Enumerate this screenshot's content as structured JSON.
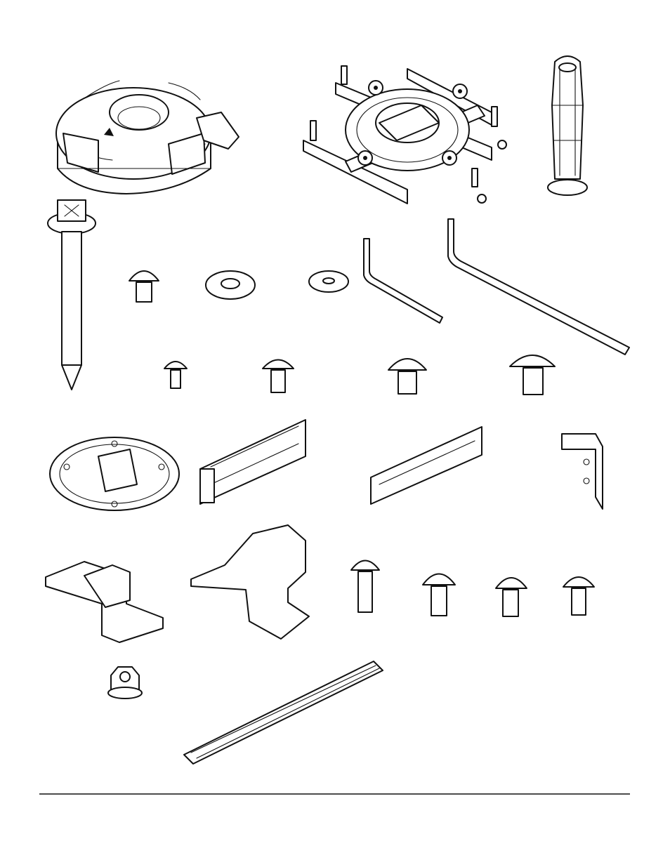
{
  "page": {
    "kind": "hardware parts sheet",
    "colors": {
      "ink": "#111111",
      "paper": "#ffffff"
    }
  },
  "parts": [
    {
      "id": "ceiling-adapter-cap",
      "icon": "round-cap-icon"
    },
    {
      "id": "projector-mount-head",
      "icon": "mount-head-icon"
    },
    {
      "id": "toggle-anchor",
      "icon": "anchor-icon"
    },
    {
      "id": "lag-bolt",
      "icon": "lag-bolt-icon"
    },
    {
      "id": "button-head-screw-a",
      "icon": "screw-icon"
    },
    {
      "id": "large-washer",
      "icon": "washer-icon"
    },
    {
      "id": "small-washer",
      "icon": "washer-icon"
    },
    {
      "id": "hex-key-small",
      "icon": "hex-key-icon"
    },
    {
      "id": "hex-key-large",
      "icon": "hex-key-icon"
    },
    {
      "id": "screw-m3",
      "icon": "screw-icon"
    },
    {
      "id": "screw-m4",
      "icon": "screw-icon"
    },
    {
      "id": "screw-m5",
      "icon": "screw-icon"
    },
    {
      "id": "screw-m6",
      "icon": "screw-icon"
    },
    {
      "id": "round-plate",
      "icon": "plate-icon"
    },
    {
      "id": "channel-extension-outer",
      "icon": "channel-icon"
    },
    {
      "id": "channel-extension-inner",
      "icon": "channel-icon"
    },
    {
      "id": "u-bracket",
      "icon": "bracket-icon"
    },
    {
      "id": "short-z-bracket",
      "icon": "bracket-icon"
    },
    {
      "id": "long-z-bracket",
      "icon": "bracket-icon"
    },
    {
      "id": "long-screw-a",
      "icon": "screw-icon"
    },
    {
      "id": "long-screw-b",
      "icon": "screw-icon"
    },
    {
      "id": "long-screw-c",
      "icon": "screw-icon"
    },
    {
      "id": "long-screw-d",
      "icon": "screw-icon"
    },
    {
      "id": "flange-nut",
      "icon": "nut-icon"
    },
    {
      "id": "flat-rail",
      "icon": "rail-icon"
    }
  ]
}
